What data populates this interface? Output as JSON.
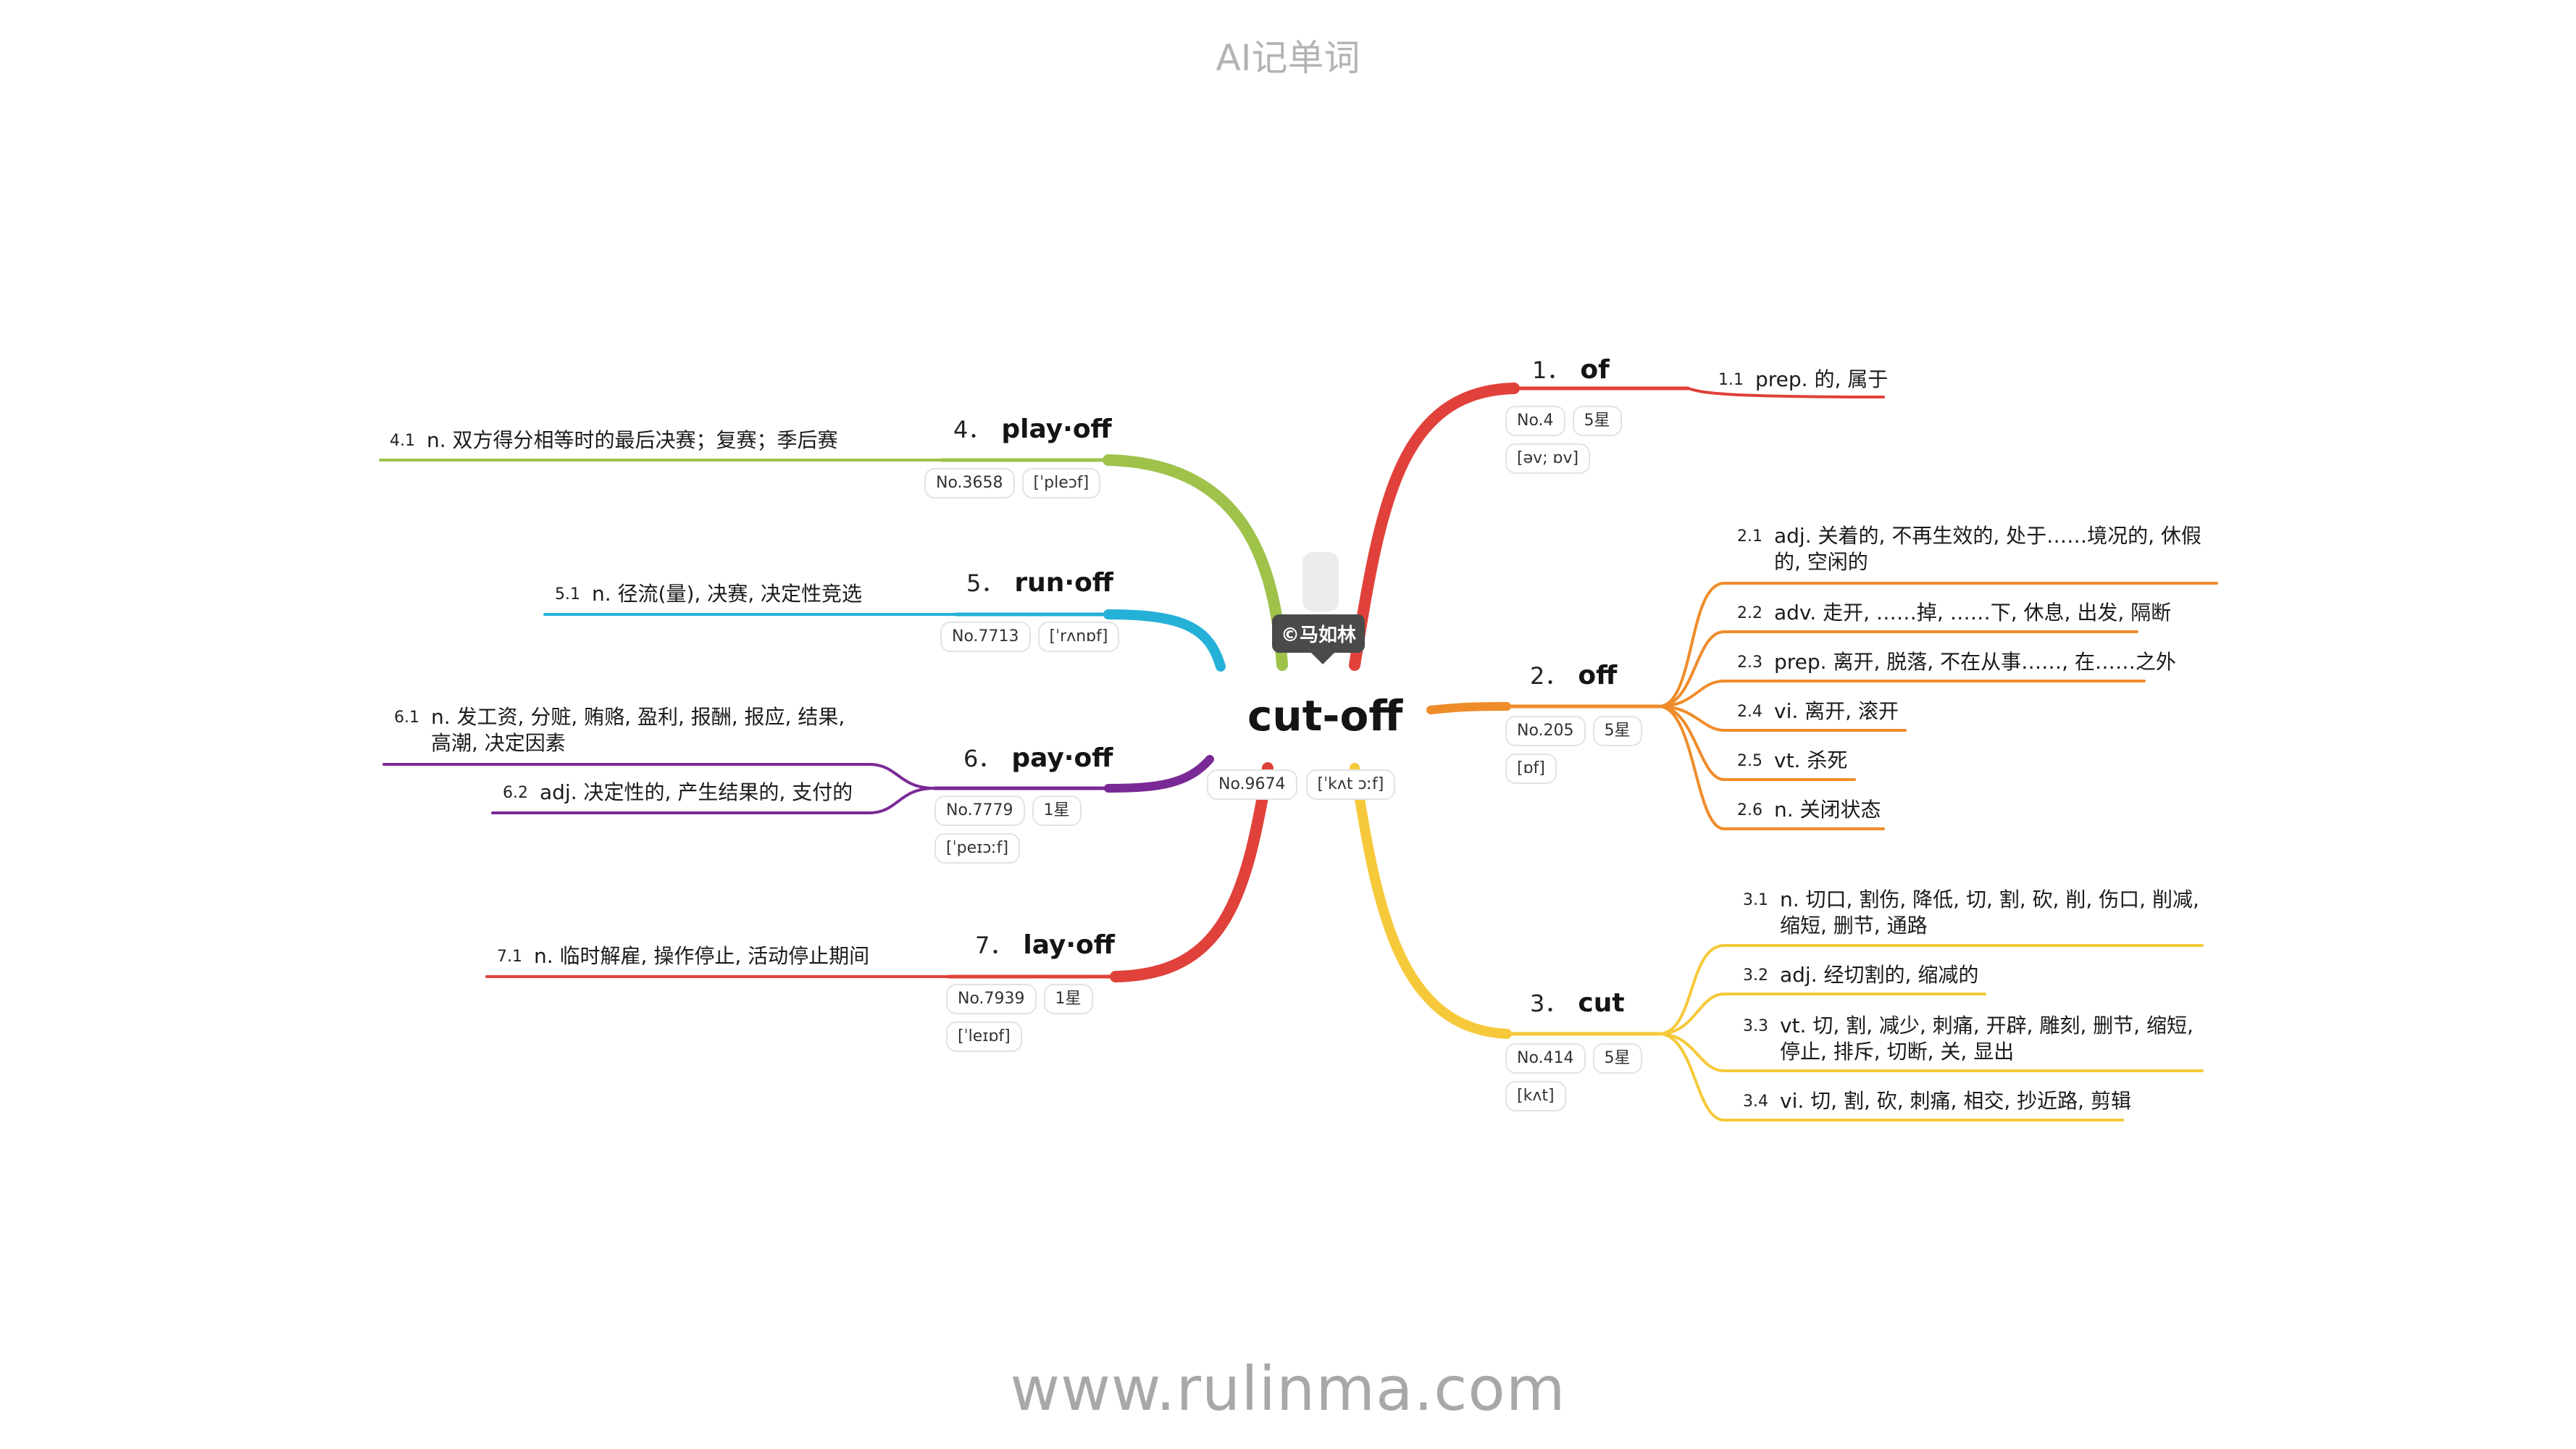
{
  "header": {
    "title": "AI记单词"
  },
  "footer": {
    "url": "www.rulinma.com"
  },
  "center": {
    "word": "cut-off",
    "rank": "No.9674",
    "phonetic": "[ˈkʌt ɔːf]",
    "copyright": "©马如林"
  },
  "branches": [
    {
      "num": "1．",
      "word": "of",
      "rank": "No.4",
      "stars": "5星",
      "phonetic": "[əv; ɒv]",
      "senses": [
        {
          "num": "1.1",
          "text": "prep. 的, 属于"
        }
      ]
    },
    {
      "num": "2．",
      "word": "off",
      "rank": "No.205",
      "stars": "5星",
      "phonetic": "[ɒf]",
      "senses": [
        {
          "num": "2.1",
          "text": "adj. 关着的, 不再生效的, 处于……境况的, 休假的, 空闲的"
        },
        {
          "num": "2.2",
          "text": "adv. 走开, ……掉, ……下, 休息, 出发, 隔断"
        },
        {
          "num": "2.3",
          "text": "prep. 离开, 脱落, 不在从事……, 在……之外"
        },
        {
          "num": "2.4",
          "text": "vi. 离开, 滚开"
        },
        {
          "num": "2.5",
          "text": "vt. 杀死"
        },
        {
          "num": "2.6",
          "text": "n. 关闭状态"
        }
      ]
    },
    {
      "num": "3．",
      "word": "cut",
      "rank": "No.414",
      "stars": "5星",
      "phonetic": "[kʌt]",
      "senses": [
        {
          "num": "3.1",
          "text": "n. 切口, 割伤, 降低, 切, 割, 砍, 削, 伤口, 削减, 缩短, 删节, 通路"
        },
        {
          "num": "3.2",
          "text": "adj. 经切割的, 缩减的"
        },
        {
          "num": "3.3",
          "text": "vt. 切, 割, 减少, 刺痛, 开辟, 雕刻, 删节, 缩短, 停止, 排斥, 切断, 关, 显出"
        },
        {
          "num": "3.4",
          "text": "vi. 切, 割, 砍, 刺痛, 相交, 抄近路, 剪辑"
        }
      ]
    },
    {
      "num": "4．",
      "word": "play·off",
      "rank": "No.3658",
      "stars": "",
      "phonetic": "[ˈpleɔf]",
      "senses": [
        {
          "num": "4.1",
          "text": "n. 双方得分相等时的最后决赛；复赛；季后赛"
        }
      ]
    },
    {
      "num": "5．",
      "word": "run·off",
      "rank": "No.7713",
      "stars": "",
      "phonetic": "[ˈrʌnɒf]",
      "senses": [
        {
          "num": "5.1",
          "text": "n. 径流(量), 决赛, 决定性竞选"
        }
      ]
    },
    {
      "num": "6．",
      "word": "pay·off",
      "rank": "No.7779",
      "stars": "1星",
      "phonetic": "[ˈpeɪɔːf]",
      "senses": [
        {
          "num": "6.1",
          "text": "n. 发工资, 分赃, 贿赂, 盈利, 报酬, 报应, 结果, 高潮, 决定因素"
        },
        {
          "num": "6.2",
          "text": "adj. 决定性的, 产生结果的, 支付的"
        }
      ]
    },
    {
      "num": "7．",
      "word": "lay·off",
      "rank": "No.7939",
      "stars": "1星",
      "phonetic": "[ˈleɪɒf]",
      "senses": [
        {
          "num": "7.1",
          "text": "n. 临时解雇, 操作停止, 活动停止期间"
        }
      ]
    }
  ],
  "colors": {
    "of": "#e0413a",
    "off": "#ef8c2a",
    "cut": "#f6c93a",
    "play_off": "#9ec24a",
    "run_off": "#25b0d8",
    "pay_off": "#7a2a96",
    "lay_off": "#e0413a"
  }
}
